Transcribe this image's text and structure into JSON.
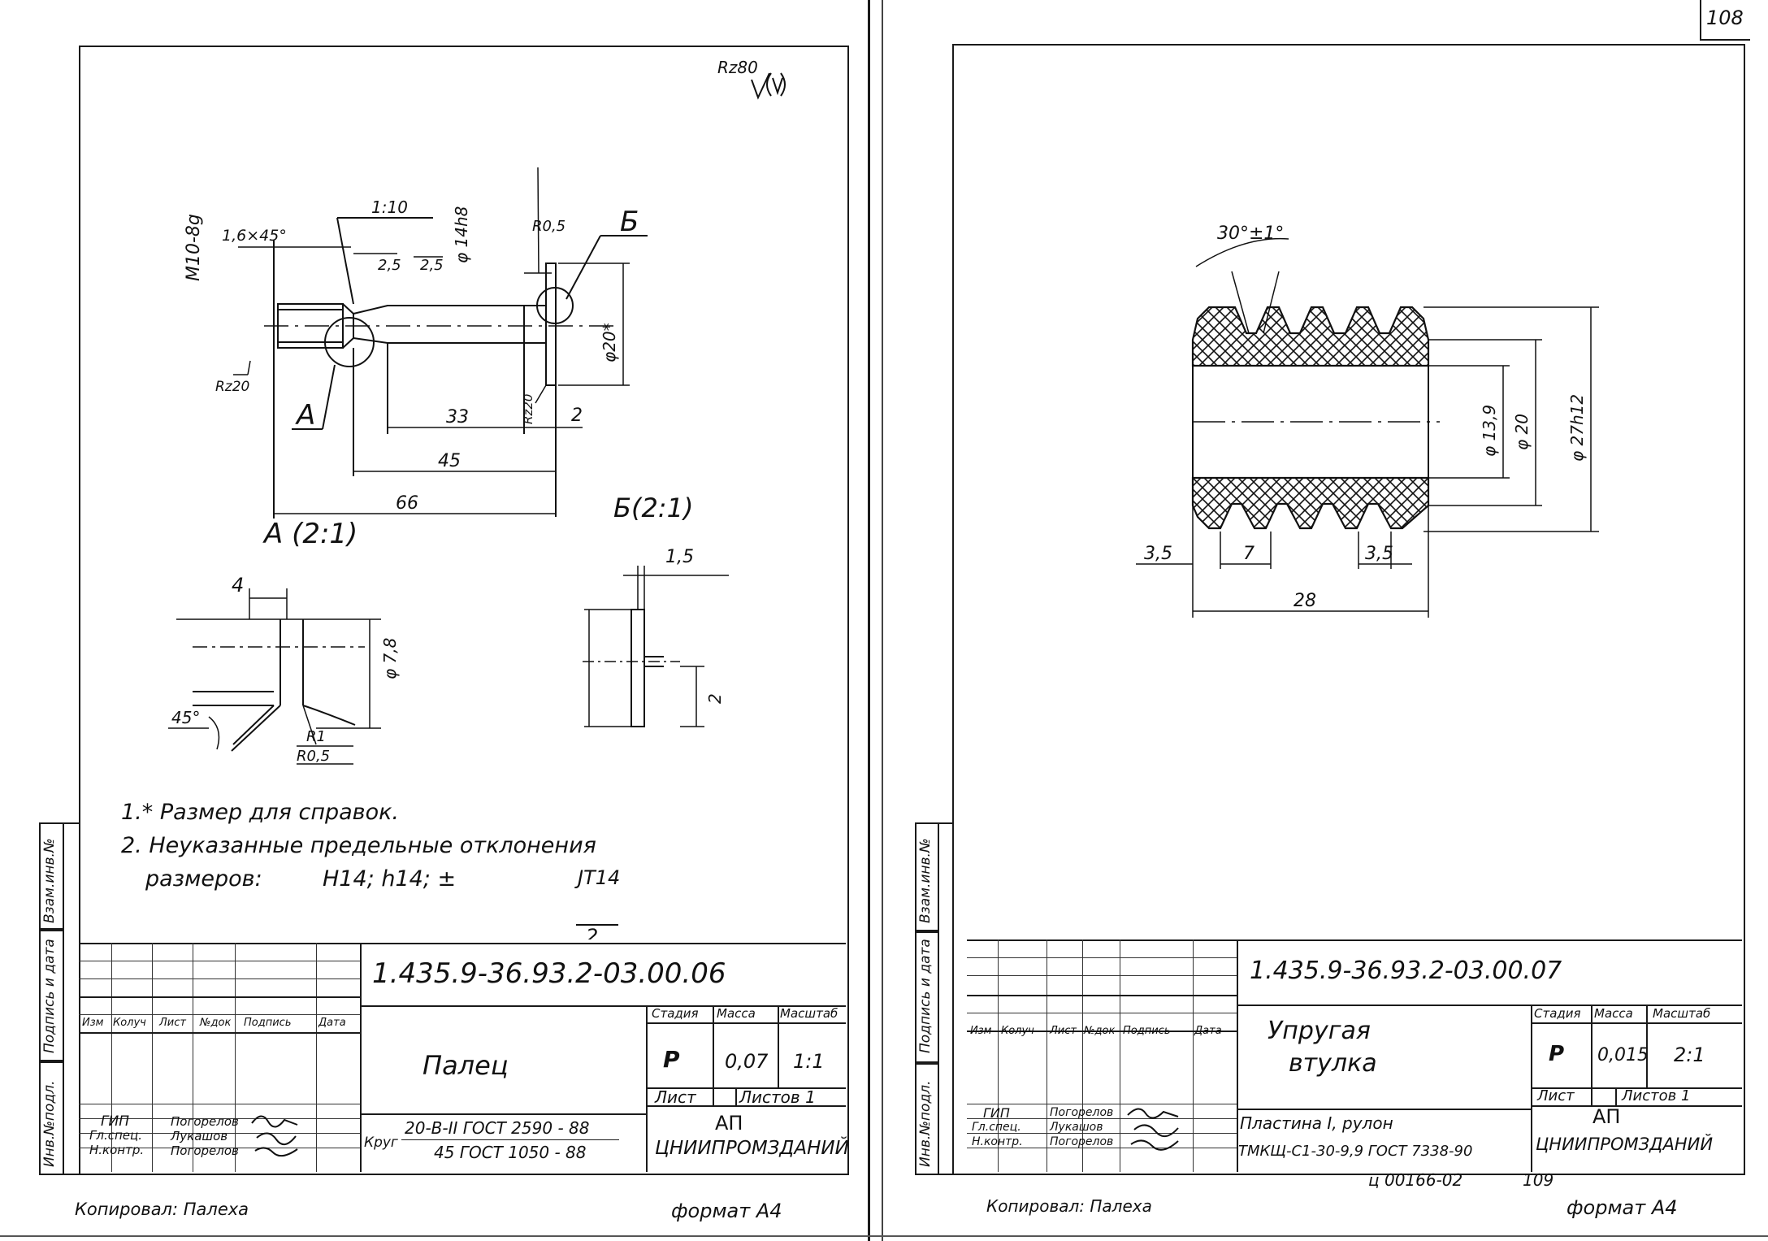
{
  "page_number": "108",
  "sheet1": {
    "roughness": "Rz80",
    "dims": {
      "thread": "M10-8g",
      "chamfer": "1,6×45°",
      "taper": "1:10",
      "l25a": "2,5",
      "l25b": "2,5",
      "dia14": "φ 14h8",
      "r05": "R0,5",
      "label_b": "Б",
      "dia20": "φ20*",
      "rz20a": "Rz20",
      "label_a": "А",
      "l33": "33",
      "rz20b": "Rz20",
      "l2": "2",
      "l45": "45",
      "l66": "66"
    },
    "detail_a": {
      "title": "А (2:1)",
      "l4": "4",
      "dia78": "φ 7,8",
      "ang45": "45°",
      "r1": "R1",
      "r05": "R0,5"
    },
    "detail_b": {
      "title": "Б(2:1)",
      "l15": "1,5",
      "l2": "2"
    },
    "notes": {
      "n1": "1.* Размер для справок.",
      "n2": "2. Неуказанные предельные отклонения",
      "n2b_a": "размеров:",
      "n2b_b": "H14; h14; ±",
      "frac_num": "JT14",
      "frac_den": "2."
    },
    "side_labels": {
      "a": "Взам.инв.№",
      "b": "Подпись и дата",
      "c": "Инв.№подл."
    },
    "title_block": {
      "designation": "1.435.9-36.93.2-03.00.06",
      "col_heads": [
        "Изм",
        "Колуч",
        "Лист",
        "№док",
        "Подпись",
        "Дата"
      ],
      "name": "Палец",
      "stage_h": "Стадия",
      "mass_h": "Масса",
      "scale_h": "Масштаб",
      "stage": "Р",
      "mass": "0,07",
      "scale": "1:1",
      "sheet_h": "Лист",
      "sheets_h": "Листов 1",
      "roles": [
        "ГИП",
        "Гл.спец.",
        "Н.контр."
      ],
      "signers": [
        "Погорелов",
        "Лукашов",
        "Погорелов"
      ],
      "material_a": "Круг",
      "material_num": "20-В-II ГОСТ 2590 - 88",
      "material_den": "45 ГОСТ 1050 - 88",
      "org1": "АП",
      "org2": "ЦНИИПРОМЗДАНИЙ"
    },
    "copied": "Копировал: Палеха",
    "format": "формат А4"
  },
  "sheet2": {
    "dims": {
      "angle": "30°±1°",
      "dia139": "φ 13,9",
      "dia20": "φ 20",
      "dia27": "φ 27h12",
      "l35a": "3,5",
      "l7": "7",
      "l35b": "3,5",
      "l28": "28"
    },
    "side_labels": {
      "a": "Взам.инв.№",
      "b": "Подпись и дата",
      "c": "Инв.№подл."
    },
    "title_block": {
      "designation": "1.435.9-36.93.2-03.00.07",
      "col_heads": [
        "Изм",
        "Колуч",
        "Лист",
        "№док",
        "Подпись",
        "Дата"
      ],
      "name1": "Упругая",
      "name2": "втулка",
      "stage_h": "Стадия",
      "mass_h": "Масса",
      "scale_h": "Масштаб",
      "stage": "Р",
      "mass": "0,015",
      "scale": "2:1",
      "sheet_h": "Лист",
      "sheets_h": "Листов 1",
      "roles": [
        "ГИП",
        "Гл.спец.",
        "Н.контр."
      ],
      "signers": [
        "Погорелов",
        "Лукашов",
        "Погорелов"
      ],
      "material_a": "Пластина I, рулон",
      "material_b": "ТМКЩ-С1-30-9,9 ГОСТ 7338-90",
      "org1": "АП",
      "org2": "ЦНИИПРОМЗДАНИЙ"
    },
    "code": "ц 00166-02",
    "code_page": "109",
    "copied": "Копировал: Палеха",
    "format": "формат А4"
  }
}
